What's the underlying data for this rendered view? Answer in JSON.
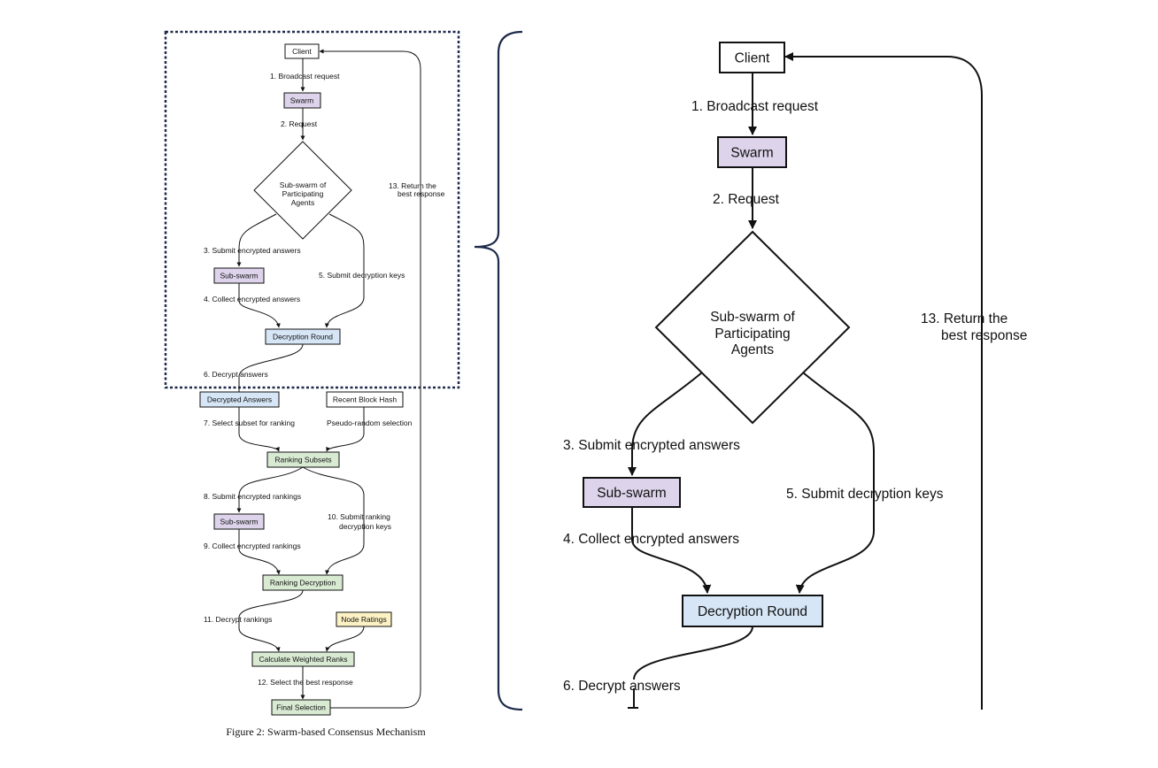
{
  "caption": "Figure 2: Swarm-based Consensus Mechanism",
  "colors": {
    "purple": "#ddd3ea",
    "blue": "#d6e6f6",
    "green": "#d9ead3",
    "yellow": "#fdf2c4",
    "white": "#ffffff",
    "zoom_frame": "#1e2a4a"
  },
  "nodes": {
    "client": "Client",
    "swarm": "Swarm",
    "subswarm_participating": [
      "Sub-swarm of",
      "Participating",
      "Agents"
    ],
    "subswarm_answers": "Sub-swarm",
    "decryption_round": "Decryption Round",
    "decrypted_answers": "Decrypted Answers",
    "recent_block_hash": "Recent Block Hash",
    "ranking_subsets": "Ranking Subsets",
    "subswarm_rankings": "Sub-swarm",
    "ranking_decryption": "Ranking Decryption",
    "node_ratings": "Node Ratings",
    "calculate_weighted_ranks": "Calculate Weighted Ranks",
    "final_selection": "Final Selection"
  },
  "edges": {
    "e1": "1. Broadcast request",
    "e2": "2. Request",
    "e3": "3. Submit encrypted answers",
    "e4": "4. Collect encrypted answers",
    "e5": "5. Submit decryption keys",
    "e6": "6. Decrypt answers",
    "e7": "7. Select subset for ranking",
    "e_prs": "Pseudo-random selection",
    "e8": "8. Submit encrypted rankings",
    "e9": "9. Collect encrypted rankings",
    "e10": [
      "10. Submit ranking",
      "decryption keys"
    ],
    "e11": "11. Decrypt rankings",
    "e12": "12. Select the best response",
    "e13": [
      "13. Return the",
      "best response"
    ]
  }
}
